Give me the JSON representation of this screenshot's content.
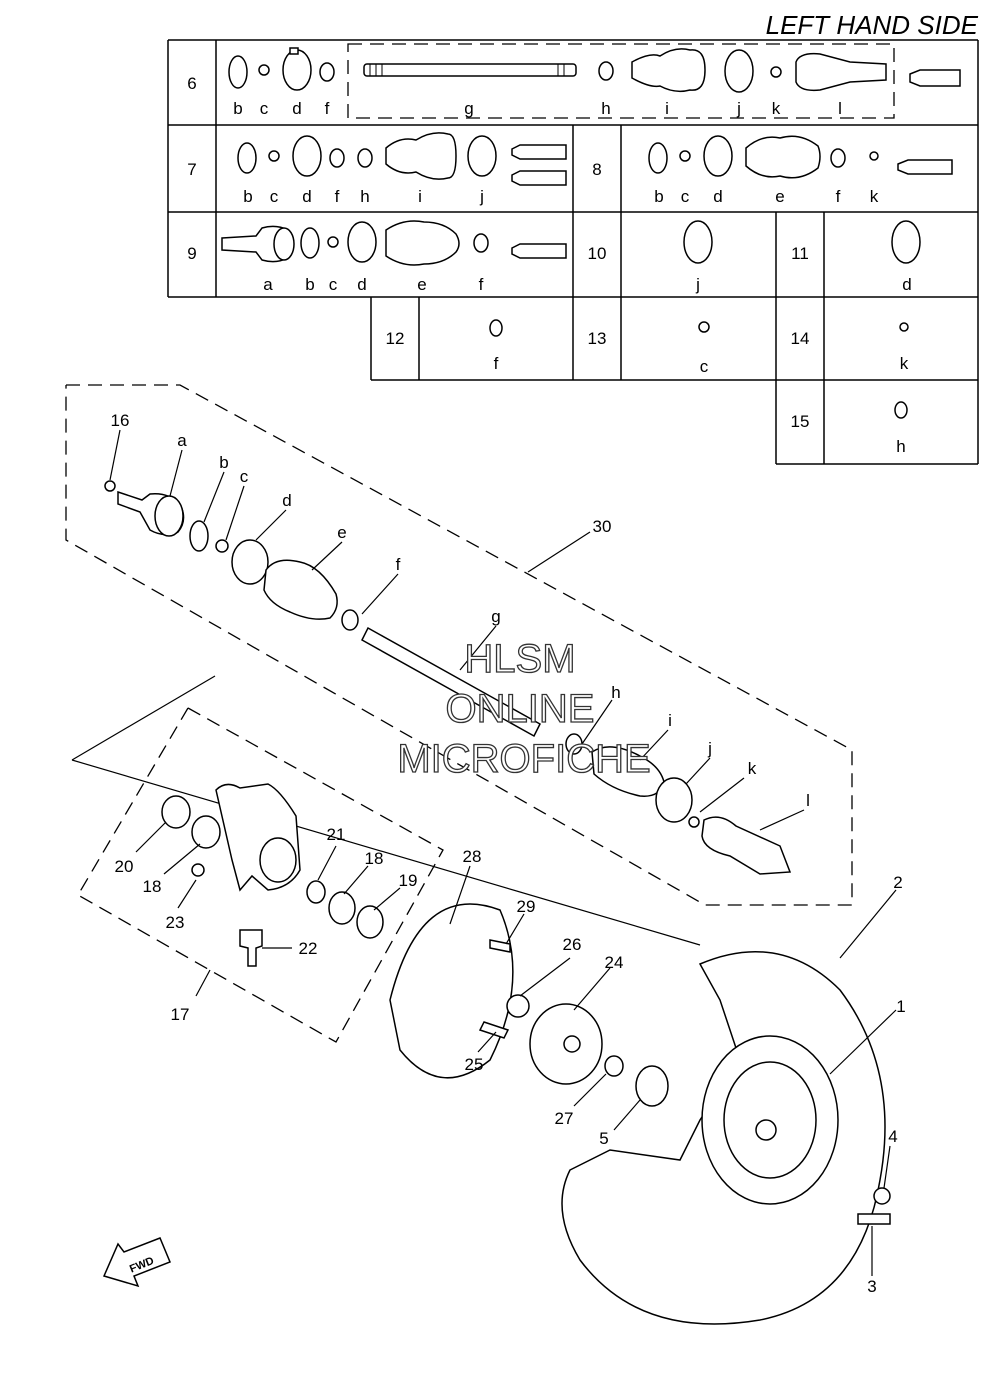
{
  "header": {
    "title": "LEFT HAND SIDE"
  },
  "kit_table": {
    "rows": [
      {
        "kit": "6",
        "letters": [
          "b",
          "c",
          "d",
          "f",
          "g",
          "h",
          "i",
          "j",
          "k",
          "l"
        ]
      },
      {
        "kit": "7",
        "letters": [
          "b",
          "c",
          "d",
          "f",
          "h",
          "i",
          "j"
        ]
      },
      {
        "kit": "8",
        "letters": [
          "b",
          "c",
          "d",
          "e",
          "f",
          "k"
        ]
      },
      {
        "kit": "9",
        "letters": [
          "a",
          "b",
          "c",
          "d",
          "e",
          "f"
        ]
      },
      {
        "kit": "10",
        "letters": [
          "j"
        ]
      },
      {
        "kit": "11",
        "letters": [
          "d"
        ]
      },
      {
        "kit": "12",
        "letters": [
          "f"
        ]
      },
      {
        "kit": "13",
        "letters": [
          "c"
        ]
      },
      {
        "kit": "14",
        "letters": [
          "k"
        ]
      },
      {
        "kit": "15",
        "letters": [
          "h"
        ]
      }
    ]
  },
  "callouts": {
    "shaft": [
      "16",
      "a",
      "b",
      "c",
      "d",
      "e",
      "f",
      "g",
      "h",
      "i",
      "j",
      "k",
      "l",
      "30"
    ],
    "knuckle": [
      "17",
      "18",
      "18b",
      "19",
      "20",
      "21",
      "22",
      "23"
    ],
    "wheel": [
      "1",
      "2",
      "3",
      "4",
      "5",
      "24",
      "25",
      "26",
      "27",
      "28",
      "29"
    ]
  },
  "callout_text": {
    "16": "16",
    "a": "a",
    "b": "b",
    "c": "c",
    "d": "d",
    "e": "e",
    "f": "f",
    "g": "g",
    "h": "h",
    "i": "i",
    "j": "j",
    "k": "k",
    "l": "l",
    "30": "30",
    "17": "17",
    "18": "18",
    "18b": "18",
    "19": "19",
    "20": "20",
    "21": "21",
    "22": "22",
    "23": "23",
    "1": "1",
    "2": "2",
    "3": "3",
    "4": "4",
    "5": "5",
    "24": "24",
    "25": "25",
    "26": "26",
    "27": "27",
    "28": "28",
    "29": "29"
  },
  "watermark": {
    "line1": "HLSM",
    "line2": "ONLINE",
    "line3": "MICROFICHE"
  },
  "fwd_label": "FWD"
}
